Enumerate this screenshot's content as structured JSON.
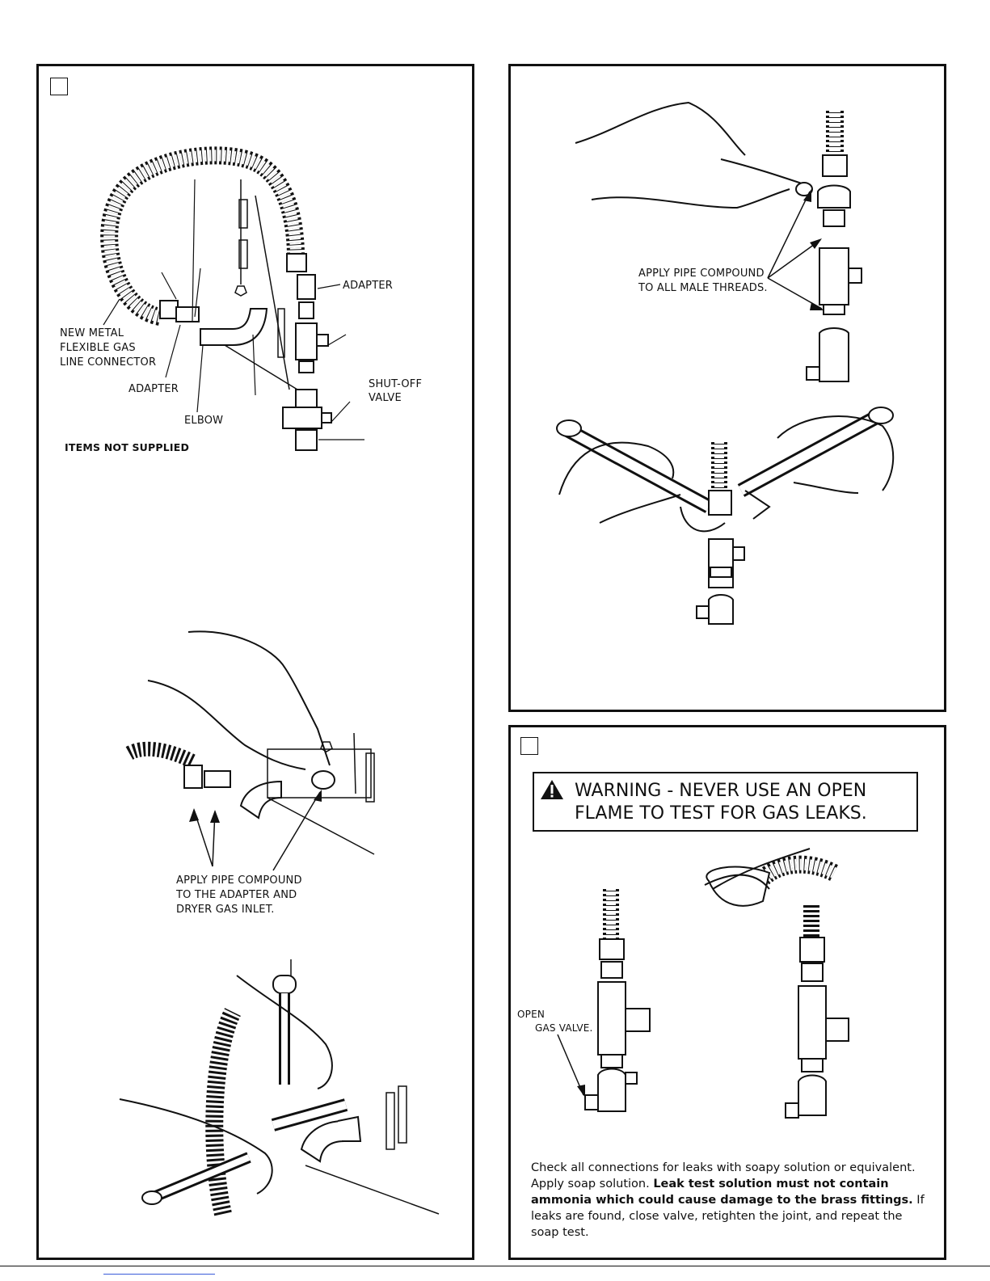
{
  "panel1": {
    "labels": {
      "adapter_top": "ADAPTER",
      "new_connector_line1": "NEW METAL",
      "new_connector_line2": "FLEXIBLE GAS",
      "new_connector_line3": "LINE CONNECTOR",
      "adapter_left": "ADAPTER",
      "shutoff_line1": "SHUT-OFF",
      "shutoff_line2": "VALVE",
      "elbow": "ELBOW",
      "items_not_supplied": "ITEMS NOT SUPPLIED"
    },
    "compound_line1": "APPLY PIPE COMPOUND",
    "compound_line2": "TO THE ADAPTER AND",
    "compound_line3": "DRYER GAS INLET."
  },
  "panel2": {
    "compound_line1": "APPLY PIPE COMPOUND",
    "compound_line2": "TO ALL MALE THREADS."
  },
  "panel3": {
    "warning_line1": "WARNING - NEVER USE AN OPEN",
    "warning_line2": "FLAME TO TEST FOR GAS LEAKS.",
    "open_line1": "OPEN",
    "open_line2": "GAS VALVE.",
    "para_part1": "Check all connections for leaks with soapy solution or equivalent. Apply soap solution. ",
    "para_bold": "Leak test solution must not contain ammonia which could cause damage to the brass fittings.",
    "para_part2": " If leaks are found, close valve, retighten the joint, and repeat the soap test."
  },
  "icons": {
    "warning": "warning-triangle-icon"
  }
}
